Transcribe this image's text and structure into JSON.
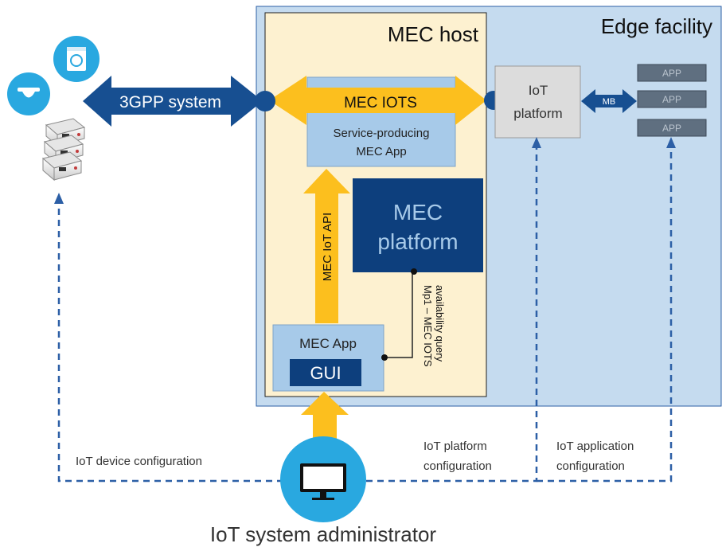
{
  "regions": {
    "edge_facility": "Edge facility",
    "mec_host": "MEC host"
  },
  "arrows": {
    "threegpp": "3GPP system",
    "mec_iots": "MEC IOTS",
    "mec_iot_api": "MEC IoT API",
    "mb": "MB"
  },
  "boxes": {
    "iot_platform_line1": "IoT",
    "iot_platform_line2": "platform",
    "app_label": "APP",
    "service_line1": "Service-producing",
    "service_line2": "MEC App",
    "mec_platform_line1": "MEC",
    "mec_platform_line2": "platform",
    "mec_app": "MEC App",
    "gui": "GUI"
  },
  "links": {
    "mp1_line1": "Mp1 – MEC IOTS",
    "mp1_line2": "availability query",
    "iot_device_config": "IoT device configuration",
    "iot_platform_config_line1": "IoT platform",
    "iot_platform_config_line2": "configuration",
    "iot_app_config_line1": "IoT application",
    "iot_app_config_line2": "configuration"
  },
  "actor": {
    "label": "IoT system administrator",
    "icon": "monitor-icon"
  },
  "devices": {
    "icons": [
      "washing-machine-icon",
      "ceiling-lamp-icon",
      "meter-stack-icon"
    ]
  },
  "colors": {
    "edge_bg": "#c5dbef",
    "host_bg": "#fdf1d0",
    "dark_blue": "#174f91",
    "navy": "#0d3f7d",
    "gold": "#fcbf1e",
    "light_box": "#a7cae9",
    "cyan": "#29a8e0",
    "dash": "#2c5fa6"
  }
}
